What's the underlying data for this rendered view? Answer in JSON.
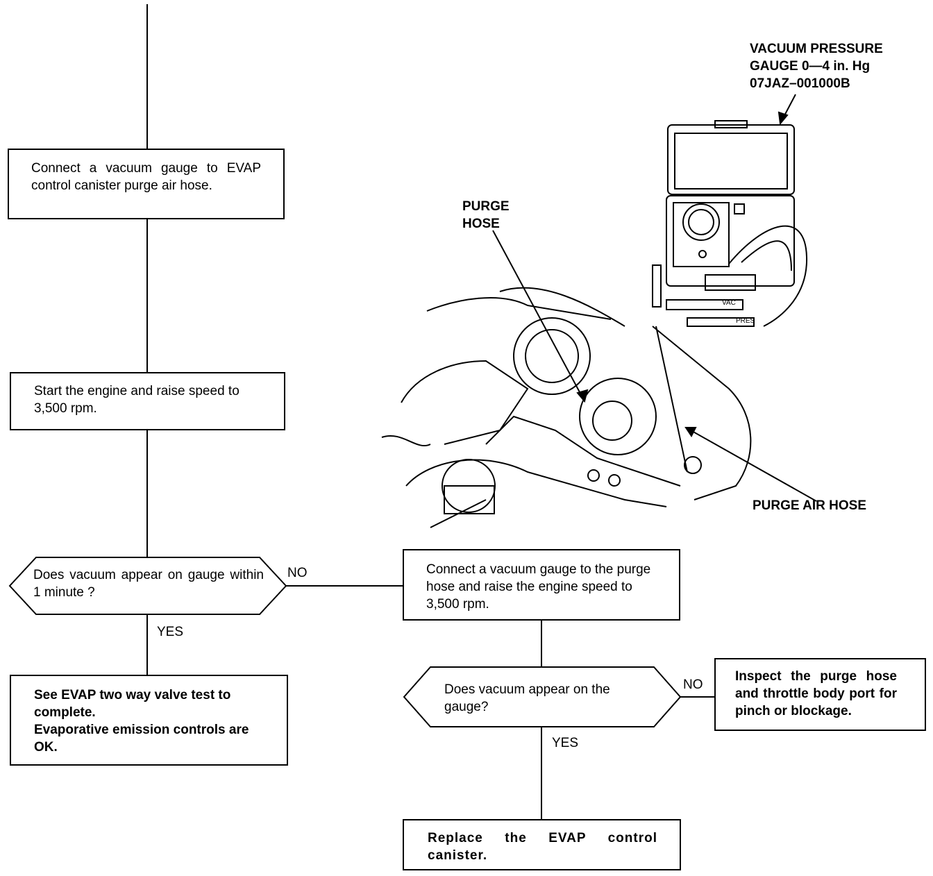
{
  "steps": {
    "connect_canister": "Connect a vacuum gauge to EVAP control canister purge air hose.",
    "start_engine": "Start the engine and raise speed to 3,500 rpm.",
    "see_two_way_line1": "See EVAP two way valve test to complete.",
    "see_two_way_line2": "Evaporative emission controls are OK.",
    "connect_purge": "Connect a vacuum gauge to the purge hose and raise the engine speed to 3,500 rpm.",
    "inspect": "Inspect the purge hose and throttle body port for pinch or blockage.",
    "replace": "Replace the EVAP control canister."
  },
  "decisions": {
    "vacuum_1min": "Does vacuum appear on gauge within 1 minute ?",
    "vacuum_gauge": "Does vacuum appear on the gauge?"
  },
  "branch_labels": {
    "no1": "NO",
    "yes1": "YES",
    "no2": "NO",
    "yes2": "YES"
  },
  "callouts": {
    "gauge": "VACUUM PRESSURE\nGAUGE 0—4 in. Hg\n07JAZ–001000B",
    "purge_hose": "PURGE\nHOSE",
    "purge_air_hose": "PURGE AIR HOSE",
    "vac_tag": "VAC",
    "pres_tag": "PRES"
  }
}
